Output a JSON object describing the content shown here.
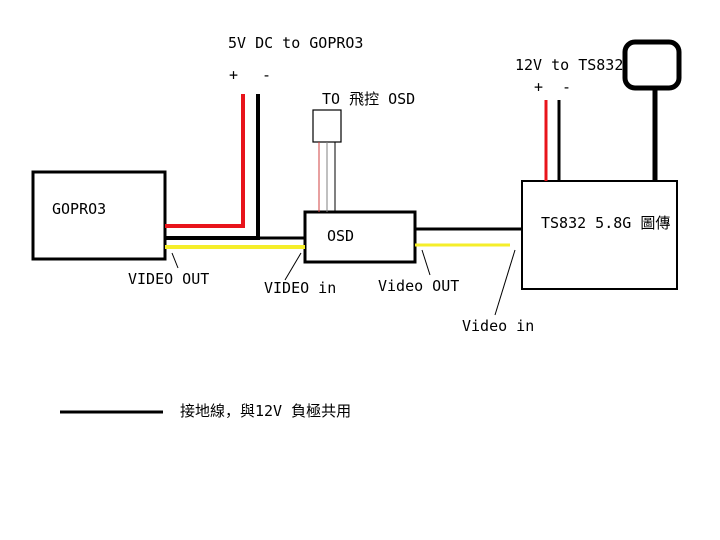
{
  "labels": {
    "power_gopro": "5V DC to GOPRO3",
    "plus1": "+",
    "minus1": "-",
    "to_osd": "TO 飛控 OSD",
    "power_ts": "12V to TS832",
    "plus2": "+",
    "minus2": "-",
    "gopro_box": "GOPRO3",
    "osd_box": "OSD",
    "ts_box": "TS832 5.8G 圖傳",
    "video_out_1": "VIDEO OUT",
    "video_in_1": "VIDEO in",
    "video_out_2": "Video OUT",
    "video_in_2": "Video in",
    "legend": "接地線，與12V 負極共用"
  },
  "colors": {
    "wire_red": "#e8141b",
    "wire_black": "#000000",
    "wire_yellow": "#f5ee2a",
    "wire_thin_red": "#d04040",
    "wire_thin_gray": "#808080"
  }
}
